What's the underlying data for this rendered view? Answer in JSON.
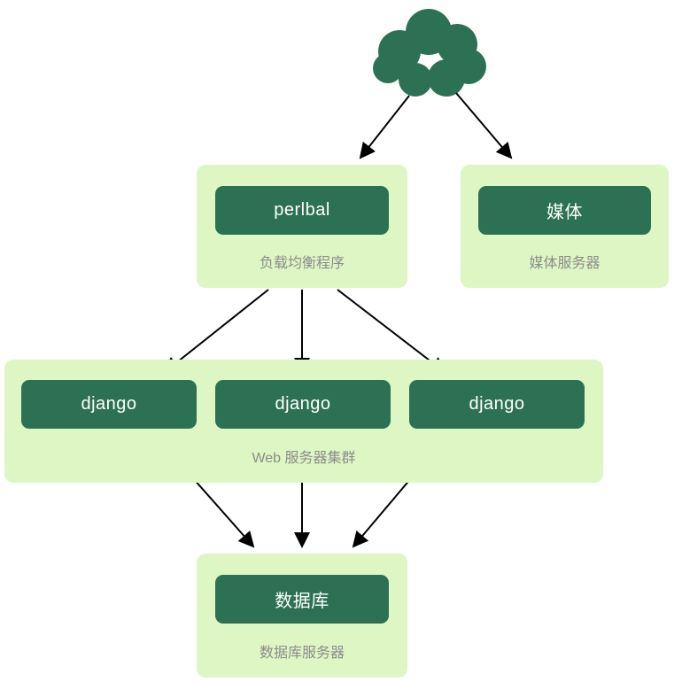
{
  "colors": {
    "node_fill": "#2d7154",
    "group_fill": "#def6c4",
    "node_text": "#ffffff",
    "label_text": "#8c8c8c",
    "arrow": "#000000",
    "background": "#ffffff"
  },
  "icons": {
    "cloud": "internet-cloud-icon"
  },
  "load_balancer": {
    "node_label": "perlbal",
    "group_label": "负载均衡程序"
  },
  "media_server": {
    "node_label": "媒体",
    "group_label": "媒体服务器"
  },
  "web_cluster": {
    "node_labels": [
      "django",
      "django",
      "django"
    ],
    "group_label": "Web 服务器集群"
  },
  "database": {
    "node_label": "数据库",
    "group_label": "数据库服务器"
  },
  "connections": [
    {
      "from": "internet-cloud",
      "to": "load-balancer-group"
    },
    {
      "from": "internet-cloud",
      "to": "media-server-group"
    },
    {
      "from": "load-balancer-group",
      "to": "django-node-1"
    },
    {
      "from": "load-balancer-group",
      "to": "django-node-2"
    },
    {
      "from": "load-balancer-group",
      "to": "django-node-3"
    },
    {
      "from": "django-node-1",
      "to": "database-group"
    },
    {
      "from": "django-node-2",
      "to": "database-group"
    },
    {
      "from": "django-node-3",
      "to": "database-group"
    }
  ]
}
